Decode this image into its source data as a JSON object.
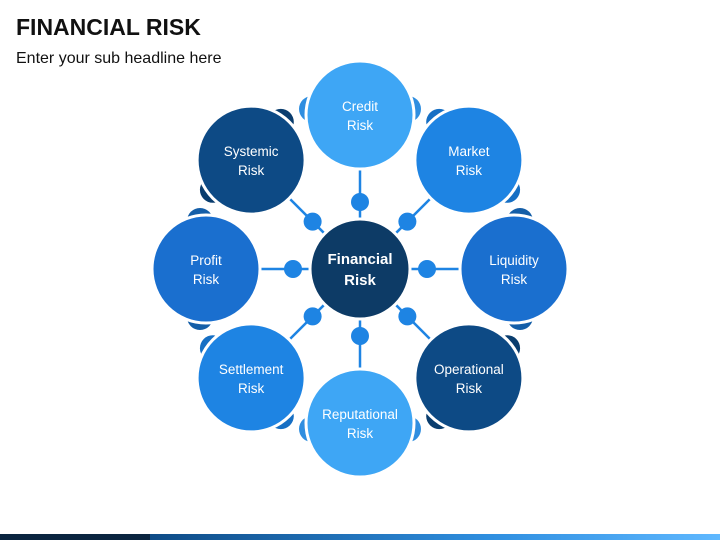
{
  "title": "FINANCIAL RISK",
  "subtitle": "Enter your sub headline here",
  "center": {
    "line1": "Financial",
    "line2": "Risk",
    "color": "#0d3b66"
  },
  "nodes": [
    {
      "id": "credit",
      "line1": "Credit",
      "line2": "Risk",
      "color": "#3ea6f5",
      "dark": "#2f8ee0"
    },
    {
      "id": "market",
      "line1": "Market",
      "line2": "Risk",
      "color": "#1e84e3",
      "dark": "#166fc4"
    },
    {
      "id": "liquidity",
      "line1": "Liquidity",
      "line2": "Risk",
      "color": "#1a6fcf",
      "dark": "#145ea8"
    },
    {
      "id": "operational",
      "line1": "Operational",
      "line2": "Risk",
      "color": "#0d4a85",
      "dark": "#0a3d6e"
    },
    {
      "id": "reputational",
      "line1": "Reputational",
      "line2": "Risk",
      "color": "#3ea6f5",
      "dark": "#2f8ee0"
    },
    {
      "id": "settlement",
      "line1": "Settlement",
      "line2": "Risk",
      "color": "#1e84e3",
      "dark": "#166fc4"
    },
    {
      "id": "profit",
      "line1": "Profit",
      "line2": "Risk",
      "color": "#1a6fcf",
      "dark": "#145ea8"
    },
    {
      "id": "systemic",
      "line1": "Systemic",
      "line2": "Risk",
      "color": "#0d4a85",
      "dark": "#0a3d6e"
    }
  ],
  "connector_color": "#1e84e3"
}
